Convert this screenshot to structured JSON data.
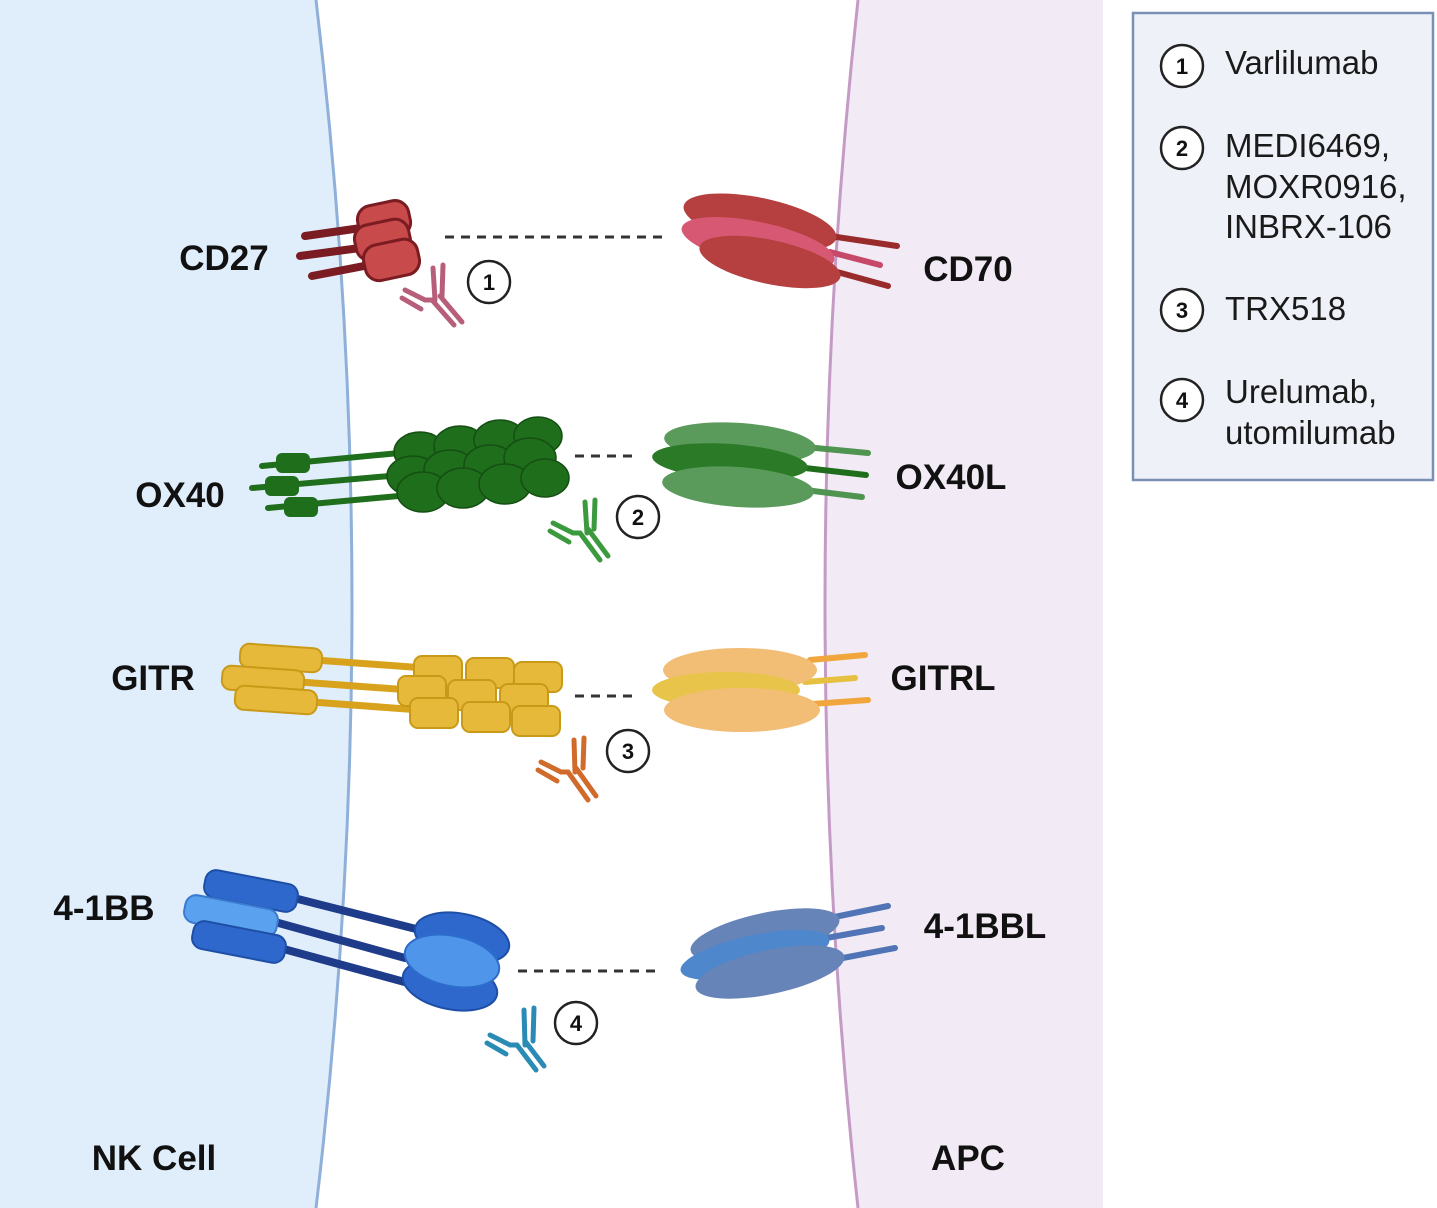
{
  "cells": {
    "left": "NK Cell",
    "right": "APC"
  },
  "pairs": [
    {
      "receptor": "CD27",
      "ligand": "CD70",
      "number": "1"
    },
    {
      "receptor": "OX40",
      "ligand": "OX40L",
      "number": "2"
    },
    {
      "receptor": "GITR",
      "ligand": "GITRL",
      "number": "3"
    },
    {
      "receptor": "4-1BB",
      "ligand": "4-1BBL",
      "number": "4"
    }
  ],
  "legend": [
    {
      "number": "1",
      "lines": [
        "Varlilumab"
      ]
    },
    {
      "number": "2",
      "lines": [
        "MEDI6469,",
        "MOXR0916,",
        "INBRX-106"
      ]
    },
    {
      "number": "3",
      "lines": [
        "TRX518"
      ]
    },
    {
      "number": "4",
      "lines": [
        "Urelumab,",
        "utomilumab"
      ]
    }
  ],
  "colors": {
    "nk_cell_bg": "#e0edfb",
    "apc_bg": "#f2eaf4",
    "nk_membrane": "#8fb0d8",
    "apc_membrane": "#c49bc4",
    "cd27": "#c94a4a",
    "cd70": "#b5403f",
    "ox40": "#1f6e1c",
    "ox40l": "#4f9450",
    "gitr": "#e2b52e",
    "gitrl": "#f0bd74",
    "b41bb": "#3a6fd0",
    "b41bbl": "#5c7fb6",
    "ab1": "#b75f7a",
    "ab2": "#3c9a3e",
    "ab3": "#d06b2b",
    "ab4": "#2a8bb5",
    "legend_bg": "#eef2f8",
    "legend_border": "#7b8fb5"
  }
}
